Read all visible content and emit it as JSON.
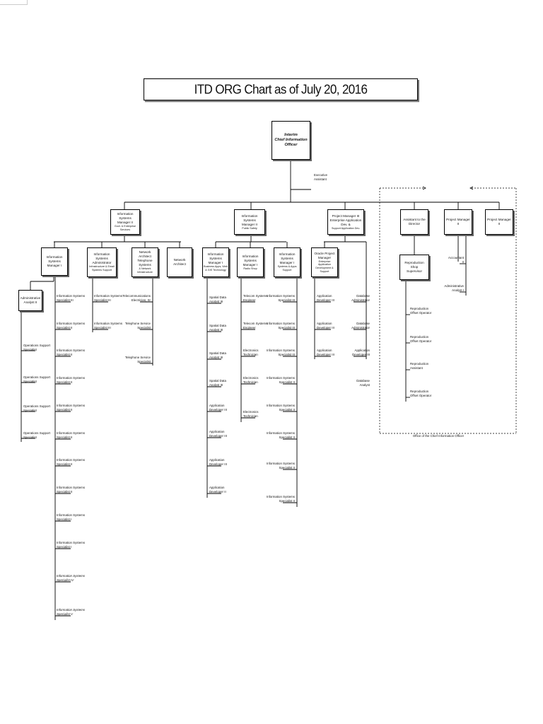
{
  "title": "ITD ORG Chart as of July 20, 2016",
  "root": [
    "Interim",
    "Chief Information Officer"
  ],
  "executive_assistant": [
    "Executive",
    "Assistant"
  ],
  "top_managers": [
    {
      "l1": "Information Systems",
      "l2": "Manager II",
      "l3": "Govt. & Enterprise Services"
    },
    {
      "l1": "Information Systems",
      "l2": "Manager II",
      "l3": "Public Safety"
    },
    {
      "l1": "Project Manager III",
      "l2": "Enterprise Application Dev. &",
      "l3": "Support Application Dev."
    }
  ],
  "cio_office_boxes": [
    "Assistant to the Director",
    "Project Manager II",
    "Project Manager II"
  ],
  "mid_boxes": [
    {
      "l1": "Information Systems",
      "l2": "Manager I",
      "l3": ""
    },
    {
      "l1": "Information Systems",
      "l2": "Administrator",
      "l3": "Infrastructure & Email Systems Support"
    },
    {
      "l1": "Network Architect",
      "l2": "Telephone Systems",
      "l3": "& Network Infrastructure"
    },
    {
      "l1": "Network Architect",
      "l2": "",
      "l3": ""
    },
    {
      "l1": "Information Systems",
      "l2": "Manager I",
      "l3": "Business Apps, Web & GIS Technology"
    },
    {
      "l1": "Information Systems",
      "l2": "Manager I",
      "l3": "Radio Shop"
    },
    {
      "l1": "Information Systems",
      "l2": "Manager I",
      "l3": "Systems & Apps Support"
    },
    {
      "l1": "Oracle Project",
      "l2": "Manager",
      "l3": "Enterprise Application Development & Support"
    },
    {
      "l1": "Reproduction Shop",
      "l2": "Supervisor",
      "l3": ""
    }
  ],
  "admin_analyst": [
    "Administrative",
    "Analyst II"
  ],
  "ops_support": [
    [
      "Operations Support",
      "Specialist"
    ],
    [
      "Operations Support",
      "Specialist"
    ],
    [
      "Operations Support",
      "Specialist"
    ],
    [
      "Operations Support",
      "Specialist"
    ]
  ],
  "ism1_staff": [
    [
      "Information Systems",
      "Specialist III"
    ],
    [
      "Information Systems",
      "Specialist II"
    ],
    [
      "Information Systems",
      "Specialist II"
    ],
    [
      "Information Systems",
      "Specialist II"
    ],
    [
      "Information Systems",
      "Specialist II"
    ],
    [
      "Information Systems",
      "Specialist II"
    ],
    [
      "Information Systems",
      "Specialist II"
    ],
    [
      "Information Systems",
      "Specialist II"
    ],
    [
      "Information Systems",
      "Specialist I"
    ],
    [
      "Information Systems",
      "Specialist I"
    ],
    [
      "Information Systems",
      "Specialist IV"
    ],
    [
      "Information Systems",
      "Specialist V"
    ]
  ],
  "isa_staff": [
    [
      "Information Systems",
      "Specialist III"
    ],
    [
      "Information Systems",
      "Specialist III"
    ]
  ],
  "network_staff": [
    [
      "Telecommunications",
      "Electrician, Sr"
    ],
    [
      "Telephone Service",
      "Specialist"
    ],
    [
      "Telephone Service",
      "Specialist"
    ]
  ],
  "bizapps_staff": [
    [
      "Spatial Data",
      "Analyst III"
    ],
    [
      "Spatial Data",
      "Analyst III"
    ],
    [
      "Spatial Data",
      "Analyst III"
    ],
    [
      "Spatial Data",
      "Analyst III"
    ],
    [
      "Application",
      "Developer III"
    ],
    [
      "Application",
      "Developer III"
    ],
    [
      "Application",
      "Developer III"
    ],
    [
      "Application",
      "Developer II"
    ]
  ],
  "radio_staff": [
    [
      "Telecom Systems",
      "Engineer"
    ],
    [
      "Telecom Systems",
      "Engineer"
    ],
    [
      "Electronics",
      "Technician"
    ],
    [
      "Electronics",
      "Technician"
    ],
    [
      "Electronics",
      "Technician"
    ]
  ],
  "sysapps_staff": [
    [
      "Information Systems",
      "Specialist III"
    ],
    [
      "Information Systems",
      "Specialist III"
    ],
    [
      "Information Systems",
      "Specialist III"
    ],
    [
      "Information Systems",
      "Specialist II"
    ],
    [
      "Information Systems",
      "Specialist II"
    ],
    [
      "Information Systems",
      "Specialist II"
    ],
    [
      "Information Systems",
      "Specialist II"
    ],
    [
      "Information Systems",
      "Specialist II"
    ]
  ],
  "oracle_staff": [
    [
      "Application",
      "Developer III"
    ],
    [
      "Application",
      "Developer III"
    ],
    [
      "Application",
      "Developer III"
    ]
  ],
  "db_staff": [
    [
      "Database",
      "Administrator"
    ],
    [
      "Database",
      "Administrator"
    ],
    [
      "Application",
      "Developer III"
    ],
    [
      "Database",
      "Analyst"
    ]
  ],
  "repro_staff": [
    [
      "Reproduction",
      "Offset Operator"
    ],
    [
      "Reproduction",
      "Offset Operator"
    ],
    [
      "Reproduction",
      "Assistant"
    ],
    [
      "Reproduction",
      "Offset Operator"
    ]
  ],
  "pm2_staff": [
    [
      "Accountant",
      "II"
    ],
    [
      "Administrative",
      "Analyst I"
    ]
  ],
  "footer": "Office of the Chief Information Officer"
}
